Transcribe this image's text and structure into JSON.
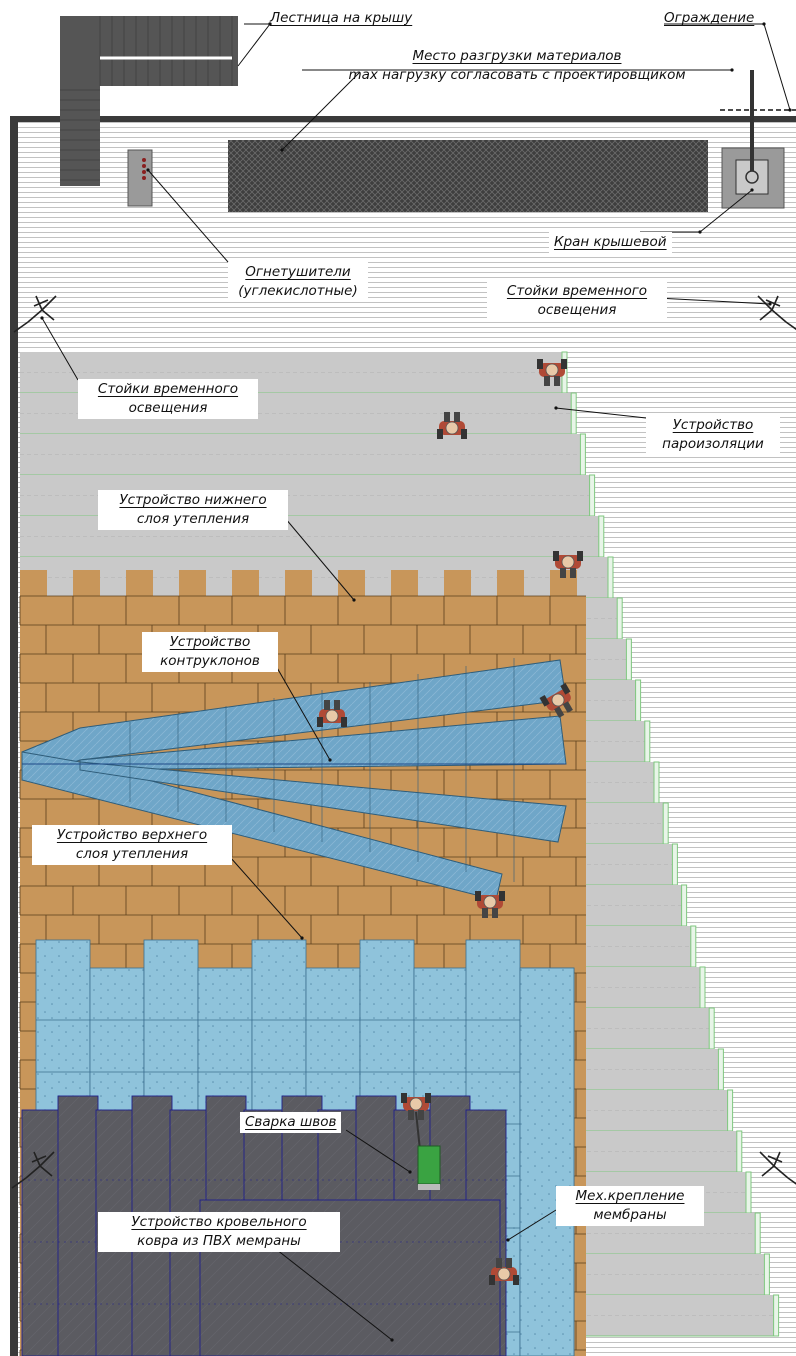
{
  "colors": {
    "floor_line": "#b9b9b9",
    "wall": "#3a3a3a",
    "vapor": "#c9c9c9",
    "vapor_edge": "#7fc77f",
    "insulation_lower": "#c8965a",
    "insulation_line": "#5a3e1c",
    "counterslope": "#6fa6c8",
    "insulation_upper": "#8fc3db",
    "membrane": "#5b5b61",
    "membrane_line": "#1f1f8a",
    "worker_body": "#b04a36",
    "worker_head": "#e8c9a8",
    "welder": "#3aa342"
  },
  "icons": [
    "stair-icon",
    "extinguisher-icon",
    "crane-icon",
    "light-post-icon",
    "worker-icon",
    "welding-machine-icon"
  ],
  "labels": {
    "roof_stairs": "Лестница на крышу",
    "fence": "Ограждение",
    "unload_area_1": "Место разгрузки материалов",
    "unload_area_2": "max нагрузку согласовать с проектировщиком",
    "crane": "Кран крышевой",
    "extinguishers_1": "Огнетушители",
    "extinguishers_2": "(углекислотные)",
    "temp_light_right_1": "Стойки временного",
    "temp_light_right_2": "освещения",
    "temp_light_left_1": "Стойки временного",
    "temp_light_left_2": "освещения",
    "vapor_barrier_1": "Устройство",
    "vapor_barrier_2": "пароизоляции",
    "lower_insulation_1": "Устройство нижнего",
    "lower_insulation_2": "слоя утепления",
    "counterslopes_1": "Устройство",
    "counterslopes_2": "контруклонов",
    "upper_insulation_1": "Устройство верхнего",
    "upper_insulation_2": "слоя утепления",
    "seam_welding": "Сварка швов",
    "mech_fastening_1": "Мех.крепление",
    "mech_fastening_2": "мембраны",
    "pvc_membrane_1": "Устройство кровельного",
    "pvc_membrane_2": "ковра из ПВХ мемраны"
  }
}
